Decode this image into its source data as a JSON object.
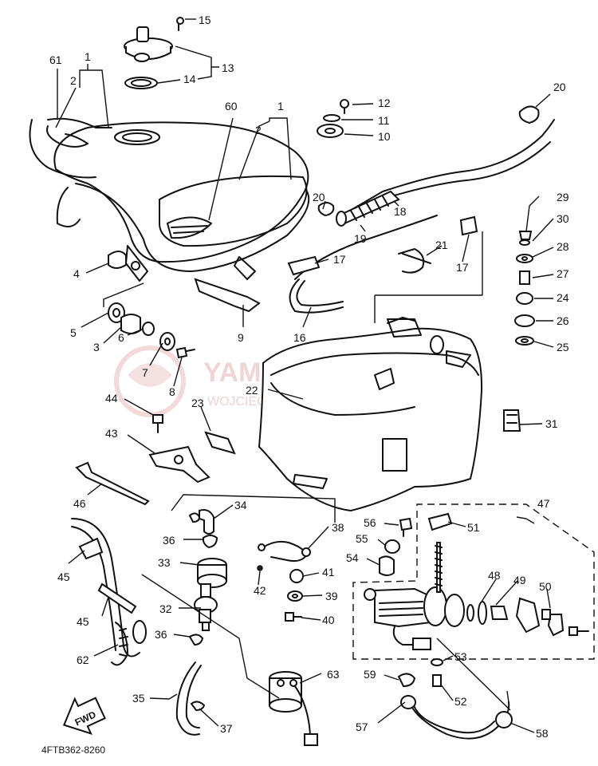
{
  "diagram_code": "4FTB362-8260",
  "fwd_label": "FWD",
  "watermark": {
    "main": "YAMA-SK--P..PL",
    "sub": "WOJCIECHOWICZ • ...L... YAMA..."
  },
  "callouts": [
    "1",
    "1",
    "2",
    "2",
    "4",
    "5",
    "3",
    "6",
    "7",
    "8",
    "9",
    "10",
    "11",
    "12",
    "13",
    "14",
    "15",
    "16",
    "17",
    "17",
    "18",
    "19",
    "20",
    "20",
    "21",
    "22",
    "23",
    "24",
    "25",
    "26",
    "27",
    "28",
    "29",
    "30",
    "31",
    "32",
    "33",
    "34",
    "35",
    "36",
    "36",
    "37",
    "38",
    "39",
    "40",
    "41",
    "42",
    "43",
    "44",
    "45",
    "45",
    "46",
    "47",
    "48",
    "49",
    "50",
    "51",
    "52",
    "53",
    "54",
    "55",
    "56",
    "57",
    "58",
    "59",
    "60",
    "61",
    "62",
    "63"
  ]
}
